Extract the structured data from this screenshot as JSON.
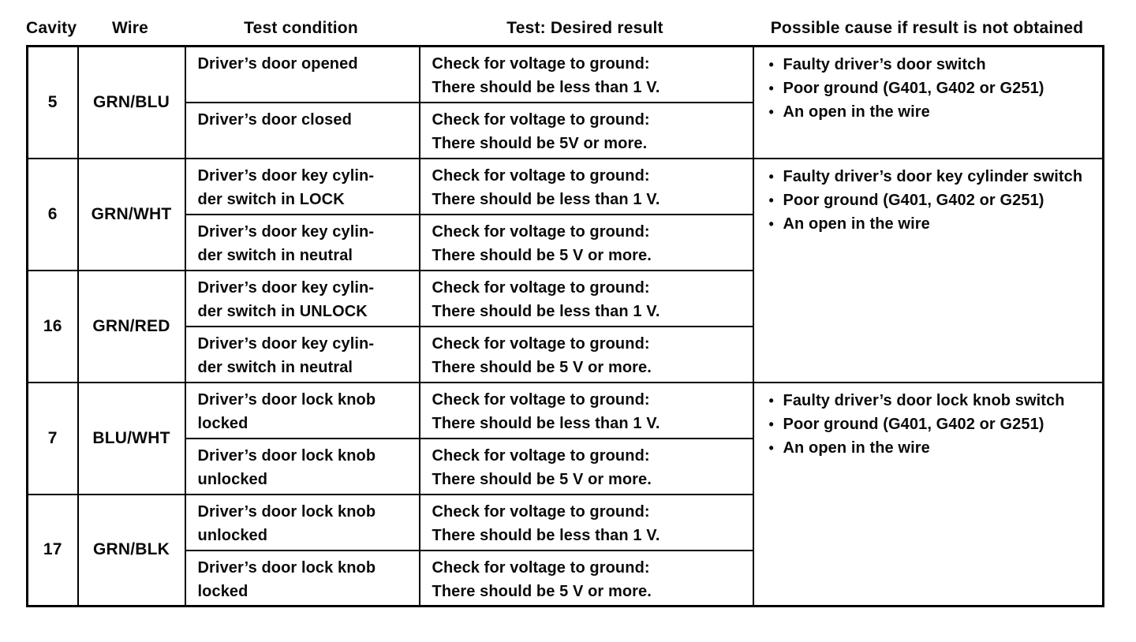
{
  "headers": {
    "cavity": "Cavity",
    "wire": "Wire",
    "test_condition": "Test condition",
    "desired_result": "Test: Desired result",
    "possible_cause": "Possible cause if result is not obtained"
  },
  "groups": [
    {
      "cavity": "5",
      "wire": "GRN/BLU",
      "tests": [
        {
          "condition": "Driver’s door opened",
          "result": "Check for voltage to ground:\nThere should be less than 1 V."
        },
        {
          "condition": "Driver’s door closed",
          "result": "Check for voltage to ground:\nThere should be 5V or more."
        }
      ]
    },
    {
      "cavity": "6",
      "wire": "GRN/WHT",
      "tests": [
        {
          "condition": "Driver’s door key cylin-\nder switch in LOCK",
          "result": "Check for voltage to ground:\nThere should be less than 1 V."
        },
        {
          "condition": "Driver’s door key cylin-\nder switch in neutral",
          "result": "Check for voltage to ground:\nThere should be 5 V or more."
        }
      ]
    },
    {
      "cavity": "16",
      "wire": "GRN/RED",
      "tests": [
        {
          "condition": "Driver’s door key cylin-\nder switch in UNLOCK",
          "result": "Check for voltage to ground:\nThere should be less than 1 V."
        },
        {
          "condition": "Driver’s door key cylin-\nder switch in neutral",
          "result": "Check for voltage to ground:\nThere should be 5 V or more."
        }
      ]
    },
    {
      "cavity": "7",
      "wire": "BLU/WHT",
      "tests": [
        {
          "condition": "Driver’s door lock knob\nlocked",
          "result": "Check for voltage to ground:\nThere should be less than 1 V."
        },
        {
          "condition": "Driver’s door lock knob\nunlocked",
          "result": "Check for voltage to ground:\nThere should be 5 V or more."
        }
      ]
    },
    {
      "cavity": "17",
      "wire": "GRN/BLK",
      "tests": [
        {
          "condition": "Driver’s door lock knob\nunlocked",
          "result": "Check for voltage to ground:\nThere should be less than 1 V."
        },
        {
          "condition": "Driver’s door lock knob\nlocked",
          "result": "Check for voltage to ground:\nThere should be 5 V or more."
        }
      ]
    }
  ],
  "cause_cells": [
    {
      "items": [
        "Faulty driver’s door switch",
        "Poor ground (G401, G402 or G251)",
        "An open in the wire"
      ]
    },
    {
      "items": [
        "Faulty driver’s door key cylinder switch",
        "Poor ground (G401, G402 or G251)",
        "An open in the wire"
      ]
    },
    {
      "items": [
        "Faulty driver’s door lock knob switch",
        "Poor ground (G401, G402 or G251)",
        "An open in the wire"
      ]
    }
  ]
}
